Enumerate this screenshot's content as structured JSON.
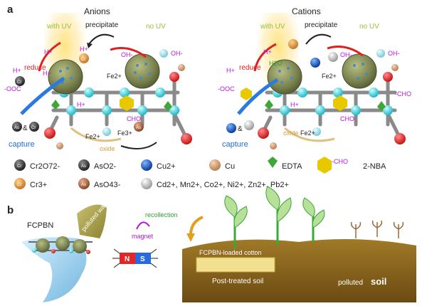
{
  "panel_a": {
    "label": "a",
    "anions": {
      "title": "Anions",
      "with_uv": "with UV",
      "no_uv": "no UV",
      "precipitate": "precipitate",
      "reduce": "reduce",
      "capture": "capture",
      "oxide": "oxide",
      "cho": "CHO",
      "ooc": "-OOC",
      "hplus": "H+",
      "ohminus": "OH-",
      "fe2": "Fe2+",
      "fe3": "Fe3+",
      "amp": "&",
      "cr": "Cr",
      "as": "As"
    },
    "cations": {
      "title": "Cations",
      "with_uv": "with UV",
      "no_uv": "no UV",
      "precipitate": "precipitate",
      "reduce": "reduce",
      "capture": "capture",
      "oxide": "oxide",
      "cho": "CHO",
      "ooc": "-OOC",
      "cho2": "-CHO",
      "h2o": "H2O",
      "hplus": "H+",
      "ohminus": "OH-",
      "fe2": "Fe2+",
      "amp": "&"
    }
  },
  "legend": {
    "items": [
      {
        "icon": "cr",
        "label": "Cr2O72-"
      },
      {
        "icon": "as",
        "label": "AsO2-"
      },
      {
        "icon": "cu-ion",
        "label": "Cu2+"
      },
      {
        "icon": "cu",
        "label": "Cu"
      },
      {
        "icon": "edta",
        "label": "EDTA"
      },
      {
        "icon": "nba",
        "label": "2-NBA"
      },
      {
        "icon": "cr3",
        "label": "Cr3+"
      },
      {
        "icon": "as5",
        "label": "AsO43-"
      },
      {
        "icon": "metals",
        "label": "Cd2+, Mn2+, Co2+, Ni2+, Zn2+, Pb2+"
      }
    ],
    "cho_tag": "-CHO",
    "colors": {
      "cr": "#3a3a3a",
      "as": "#8a6a5a",
      "cu_ion": "#1f5fb5",
      "cu": "#d7a07a",
      "edta": "#3fa63a",
      "nba": "#e8c800",
      "cr3": "#c8963e",
      "as5": "#c8703e",
      "metals": "#c8c8c8"
    }
  },
  "panel_b": {
    "label": "b",
    "fcpbn": "FCPBN",
    "polluted_water": "polluted water",
    "recollection": "recollection",
    "magnet": "magnet",
    "n": "N",
    "s": "S",
    "fcpbn_cotton": "FCPBN-loaded cotton",
    "post_treated_soil": "Post-treated soil",
    "polluted_soil_a": "polluted",
    "polluted_soil_b": "soil"
  }
}
